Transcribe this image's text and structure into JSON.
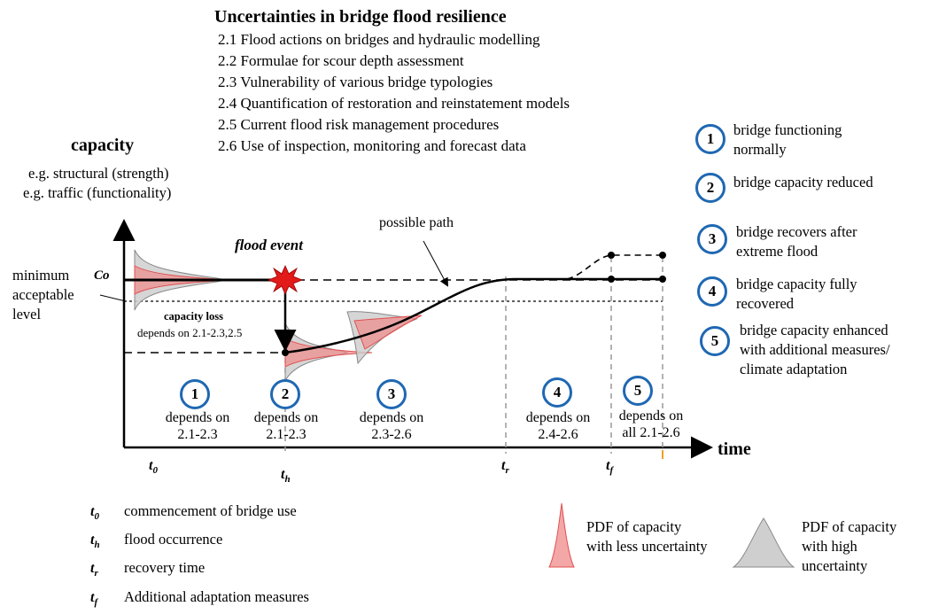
{
  "uncertainties": {
    "title": "Uncertainties in bridge flood resilience",
    "items": [
      "2.1 Flood actions on bridges and hydraulic modelling",
      "2.2 Formulae for scour depth assessment",
      "2.3 Vulnerability of various bridge typologies",
      "2.4 Quantification of restoration and reinstatement models",
      "2.5 Current flood risk management procedures",
      "2.6 Use of inspection, monitoring and forecast data"
    ]
  },
  "y_axis": {
    "title": "capacity",
    "example1": "e.g. structural (strength)",
    "example2": "e.g. traffic (functionality)",
    "co_label": "Co",
    "min_level": [
      "minimum",
      "acceptable",
      "level"
    ]
  },
  "x_axis": {
    "title": "time"
  },
  "annotations": {
    "flood_event": "flood event",
    "possible_path": "possible path",
    "capacity_loss": "capacity loss",
    "capacity_loss_dep": "depends on 2.1-2.3,2.5"
  },
  "stages": [
    {
      "num": "1",
      "line1": "depends on",
      "line2": "2.1-2.3"
    },
    {
      "num": "2",
      "line1": "depends on",
      "line2": "2.1-2.3"
    },
    {
      "num": "3",
      "line1": "depends on",
      "line2": "2.3-2.6"
    },
    {
      "num": "4",
      "line1": "depends on",
      "line2": "2.4-2.6"
    },
    {
      "num": "5",
      "line1": "depends on",
      "line2": "all 2.1-2.6"
    }
  ],
  "time_ticks": [
    {
      "sym": "t",
      "sub": "0"
    },
    {
      "sym": "t",
      "sub": "h"
    },
    {
      "sym": "t",
      "sub": "r"
    },
    {
      "sym": "t",
      "sub": "f"
    }
  ],
  "time_legend": [
    {
      "sym": "t",
      "sub": "0",
      "desc": "commencement of bridge use"
    },
    {
      "sym": "t",
      "sub": "h",
      "desc": "flood occurrence"
    },
    {
      "sym": "t",
      "sub": "r",
      "desc": "recovery time"
    },
    {
      "sym": "t",
      "sub": "f",
      "desc": "Additional adaptation measures"
    }
  ],
  "stage_legend": [
    {
      "num": "1",
      "text": "bridge functioning normally"
    },
    {
      "num": "2",
      "text": "bridge capacity reduced"
    },
    {
      "num": "3",
      "text": "bridge recovers after extreme flood"
    },
    {
      "num": "4",
      "text": "bridge capacity fully recovered"
    },
    {
      "num": "5",
      "text": "bridge capacity enhanced with additional measures/ climate adaptation"
    }
  ],
  "pdf_legend": {
    "less": "PDF of capacity with less uncertainty",
    "high": "PDF of capacity with high uncertainty"
  },
  "colors": {
    "circle_border": "#1f68b3",
    "pdf_red": "#f08a8a",
    "pdf_grey": "#cfcfcf",
    "flood_star": "#e21a1a"
  }
}
